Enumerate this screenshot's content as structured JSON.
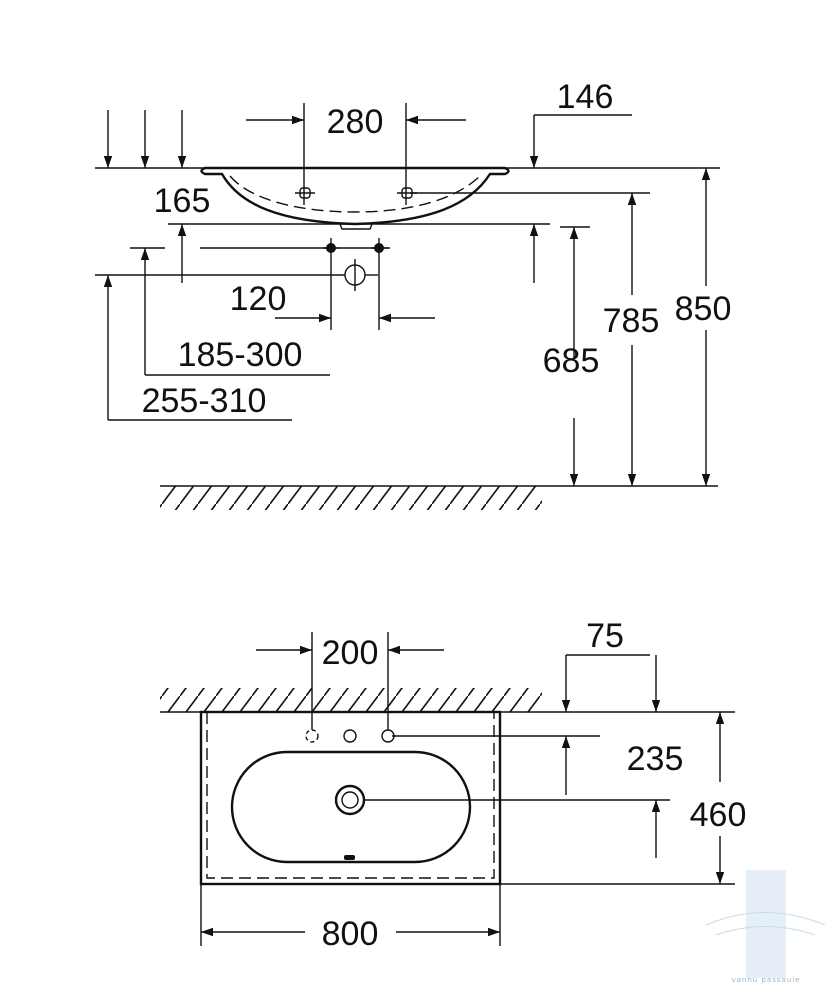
{
  "side_view": {
    "dimensions": {
      "top_offset": "146",
      "tap_spacing": "280",
      "basin_depth": "165",
      "trap_spacing": "120",
      "range_a": "185-300",
      "range_b": "255-310",
      "outlet_height": "685",
      "overflow_height": "785",
      "total_height": "850"
    }
  },
  "plan_view": {
    "dimensions": {
      "tap_spacing": "200",
      "wall_offset": "75",
      "drain_offset": "235",
      "depth": "460",
      "width": "800"
    }
  },
  "watermark": {
    "text": "vannu passaule",
    "color": "#c9daea"
  }
}
